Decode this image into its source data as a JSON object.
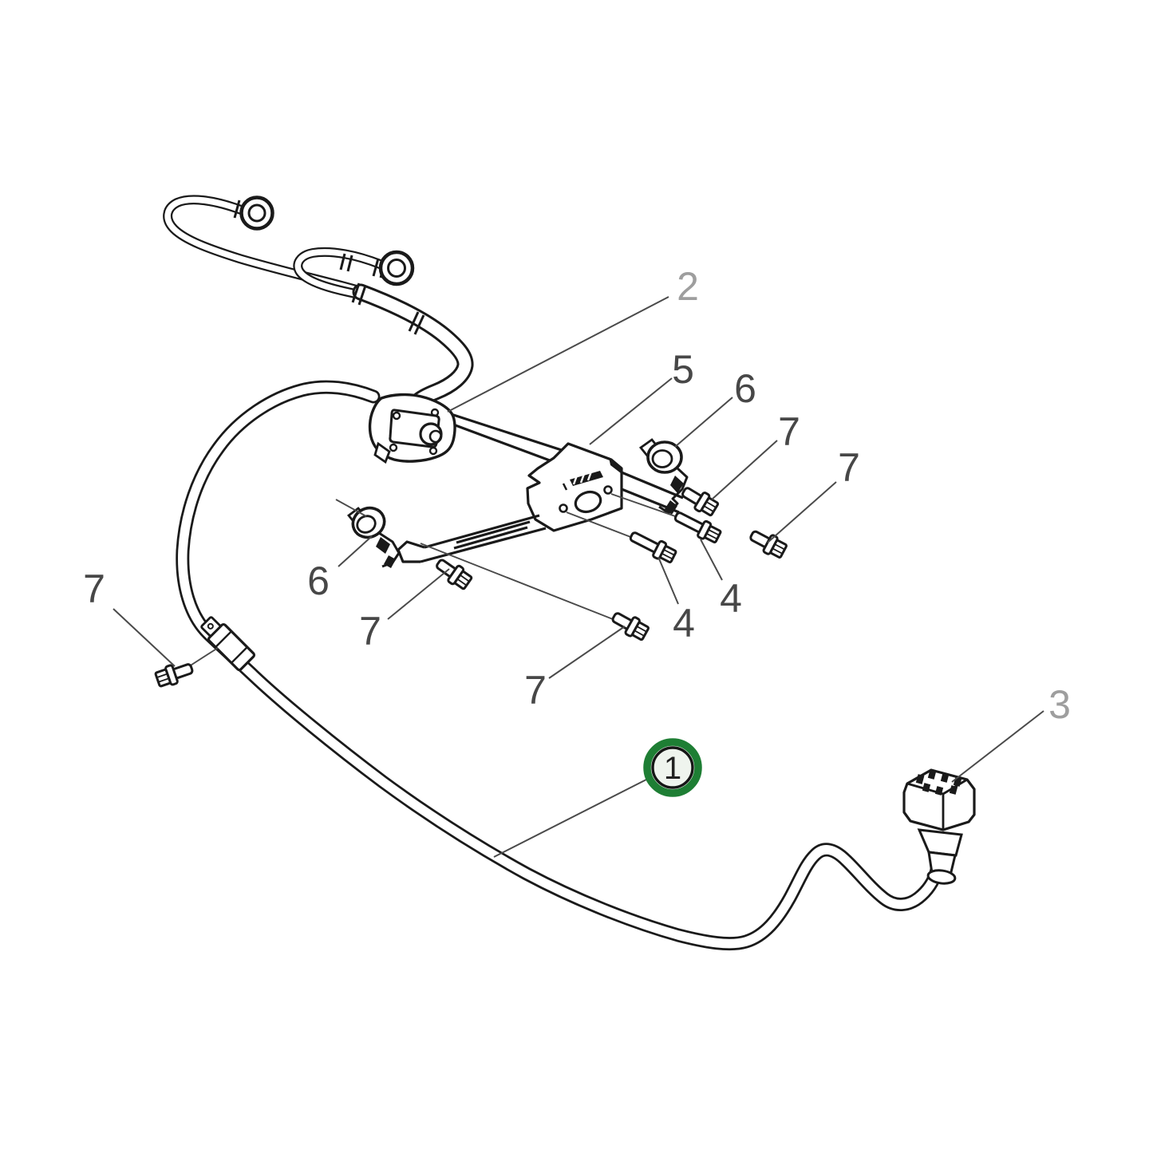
{
  "figure": {
    "kind": "exploded-parts-line-drawing"
  },
  "callouts": {
    "part1": {
      "label": "1",
      "highlighted": true
    },
    "part2": {
      "label": "2"
    },
    "part3": {
      "label": "3"
    },
    "part4_a": {
      "label": "4"
    },
    "part4_b": {
      "label": "4"
    },
    "part5": {
      "label": "5"
    },
    "part6_upper": {
      "label": "6"
    },
    "part6_lower": {
      "label": "6"
    },
    "part7_bracket_upper": {
      "label": "7"
    },
    "part7_bracket_right": {
      "label": "7"
    },
    "part7_arm": {
      "label": "7"
    },
    "part7_lower": {
      "label": "7"
    },
    "part7_clamp": {
      "label": "7"
    }
  },
  "colors": {
    "background": "#ffffff",
    "line": "#1a1a1a",
    "leader": "#4a4a4a",
    "label_dark": "#474747",
    "label_light": "#9e9e9e",
    "highlight_ring": "#1e7e34",
    "highlight_fill": "#eff4ee",
    "badge_number": "#222222"
  }
}
